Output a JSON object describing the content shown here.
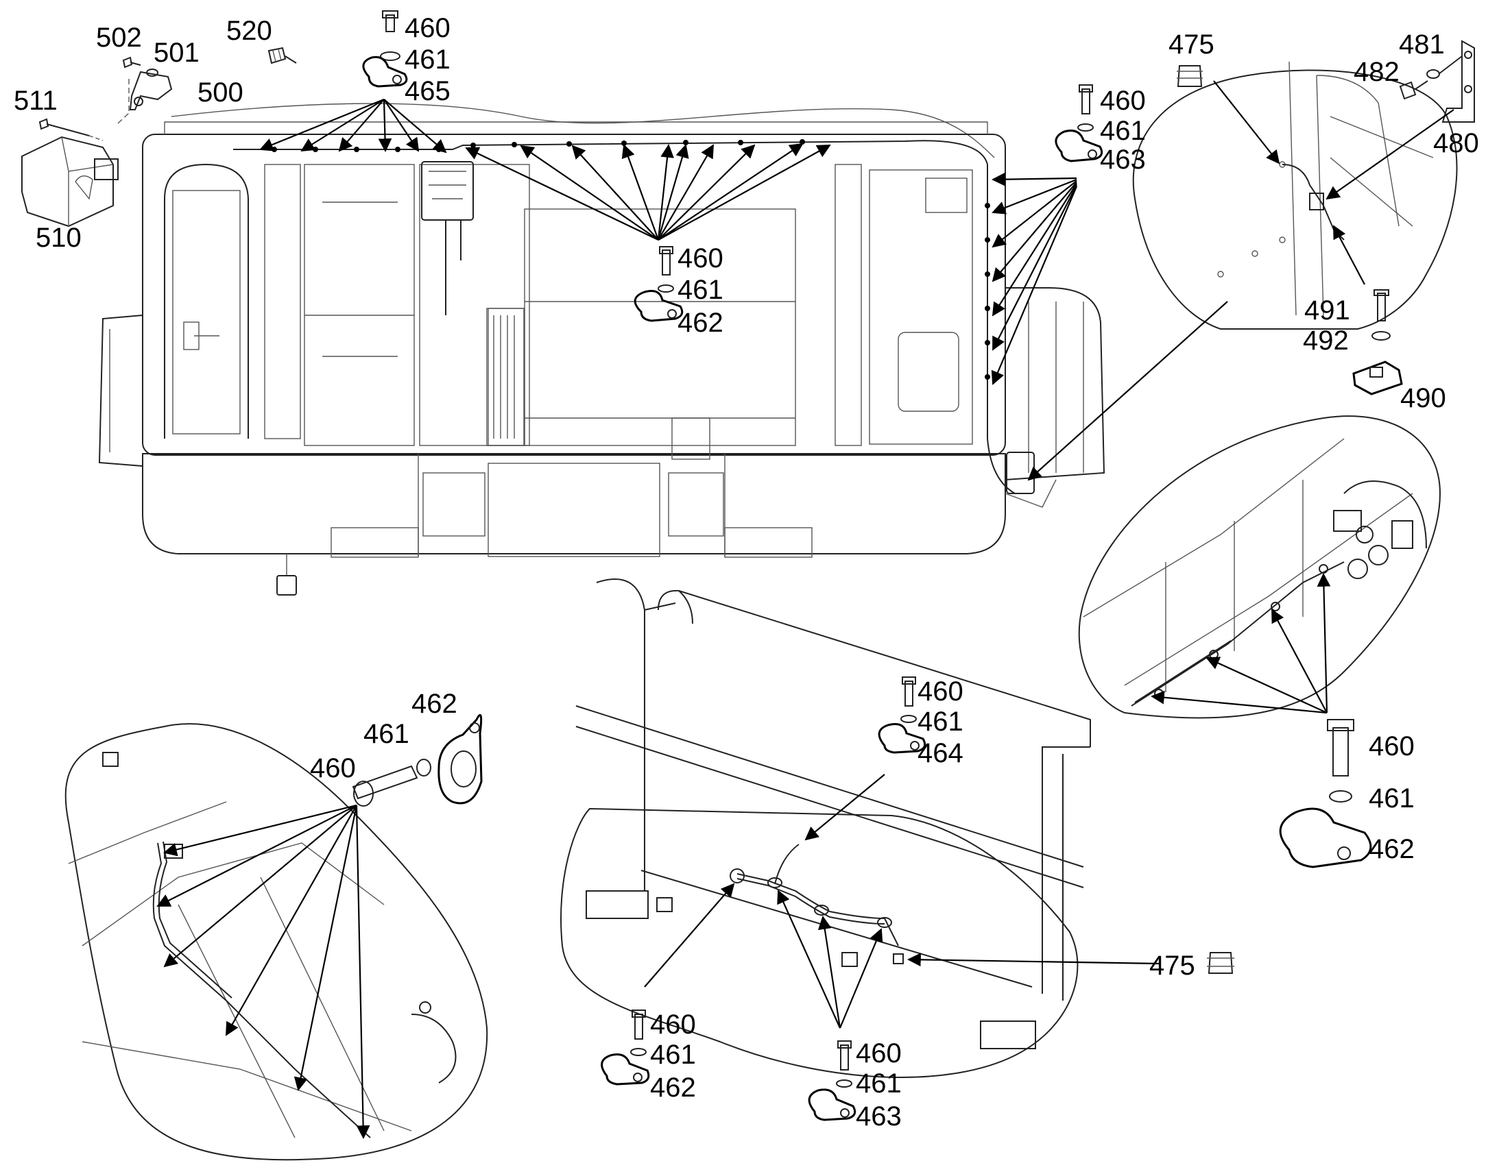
{
  "callouts": [
    {
      "id": "c511",
      "text": "511"
    },
    {
      "id": "c502",
      "text": "502"
    },
    {
      "id": "c501",
      "text": "501"
    },
    {
      "id": "c500",
      "text": "500"
    },
    {
      "id": "c510",
      "text": "510"
    },
    {
      "id": "c520",
      "text": "520"
    },
    {
      "id": "c460a",
      "text": "460"
    },
    {
      "id": "c461a",
      "text": "461"
    },
    {
      "id": "c465",
      "text": "465"
    },
    {
      "id": "c460b",
      "text": "460"
    },
    {
      "id": "c461b",
      "text": "461"
    },
    {
      "id": "c463a",
      "text": "463"
    },
    {
      "id": "c475a",
      "text": "475"
    },
    {
      "id": "c481",
      "text": "481"
    },
    {
      "id": "c482",
      "text": "482"
    },
    {
      "id": "c480",
      "text": "480"
    },
    {
      "id": "c460c",
      "text": "460"
    },
    {
      "id": "c461c",
      "text": "461"
    },
    {
      "id": "c462a",
      "text": "462"
    },
    {
      "id": "c491",
      "text": "491"
    },
    {
      "id": "c492",
      "text": "492"
    },
    {
      "id": "c490",
      "text": "490"
    },
    {
      "id": "c462b",
      "text": "462"
    },
    {
      "id": "c461d",
      "text": "461"
    },
    {
      "id": "c460d",
      "text": "460"
    },
    {
      "id": "c460e",
      "text": "460"
    },
    {
      "id": "c461e",
      "text": "461"
    },
    {
      "id": "c464",
      "text": "464"
    },
    {
      "id": "c460f",
      "text": "460"
    },
    {
      "id": "c461f",
      "text": "461"
    },
    {
      "id": "c462c",
      "text": "462"
    },
    {
      "id": "c475b",
      "text": "475"
    },
    {
      "id": "c460g",
      "text": "460"
    },
    {
      "id": "c461g",
      "text": "461"
    },
    {
      "id": "c462d",
      "text": "462"
    },
    {
      "id": "c460h",
      "text": "460"
    },
    {
      "id": "c461h",
      "text": "461"
    },
    {
      "id": "c463b",
      "text": "463"
    }
  ]
}
